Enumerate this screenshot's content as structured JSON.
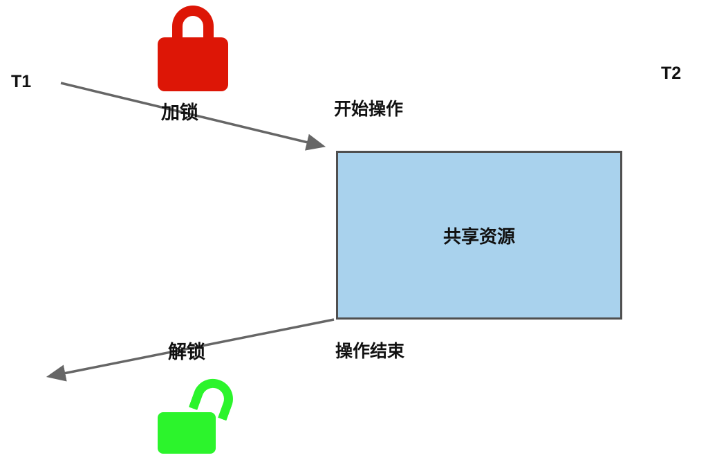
{
  "diagram": {
    "thread_left": "T1",
    "thread_right": "T2",
    "lock_label": "加锁",
    "unlock_label": "解锁",
    "start_label": "开始操作",
    "end_label": "操作结束",
    "resource_label": "共享资源"
  },
  "colors": {
    "locked": "#dd1606",
    "unlocked": "#2cf42c",
    "resource-fill": "#a9d2ed",
    "resource-border": "#4f4f4f",
    "arrow": "#666666"
  }
}
